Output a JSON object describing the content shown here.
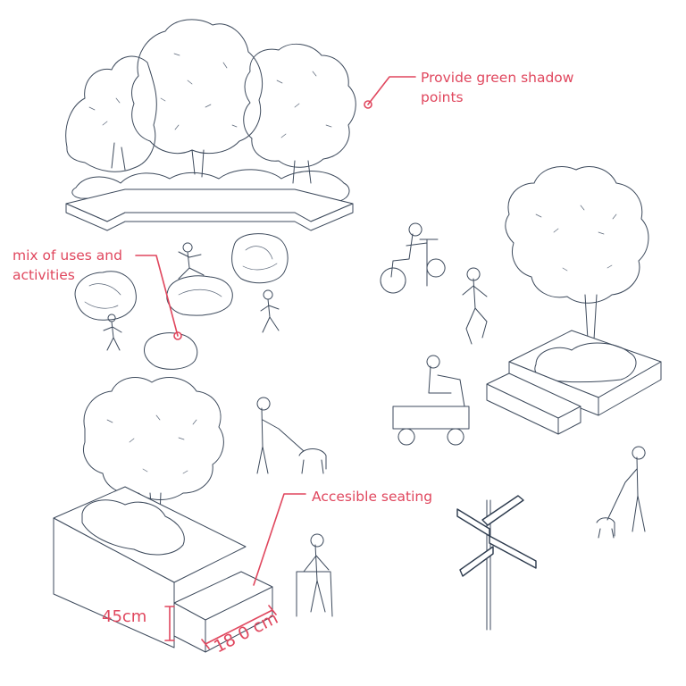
{
  "annotations": {
    "shadow": "Provide green shadow\npoints",
    "mix": "mix of uses and\nactivities",
    "seating": "Accesible seating"
  },
  "dimensions": {
    "height": "45cm",
    "length": "18 0 cm"
  },
  "colors": {
    "accent": "#e0475e",
    "linework": "#3d4a5c",
    "background": "#ffffff"
  }
}
